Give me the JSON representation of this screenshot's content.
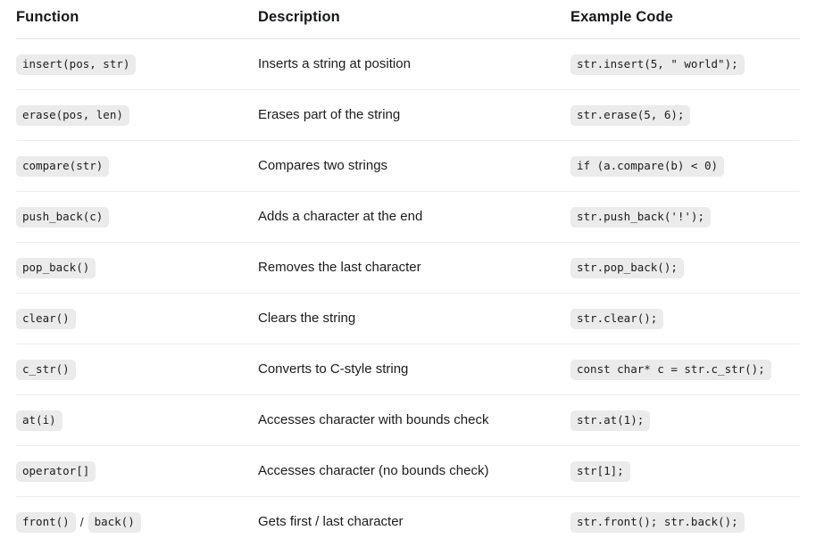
{
  "table": {
    "headers": {
      "function": "Function",
      "description": "Description",
      "example": "Example Code"
    },
    "rows": [
      {
        "function_parts": [
          "insert(pos, str)"
        ],
        "function": "insert(pos, str)",
        "description": "Inserts a string at position",
        "example": "str.insert(5, \" world\");"
      },
      {
        "function_parts": [
          "erase(pos, len)"
        ],
        "function": "erase(pos, len)",
        "description": "Erases part of the string",
        "example": "str.erase(5, 6);"
      },
      {
        "function_parts": [
          "compare(str)"
        ],
        "function": "compare(str)",
        "description": "Compares two strings",
        "example": "if (a.compare(b) < 0)"
      },
      {
        "function_parts": [
          "push_back(c)"
        ],
        "function": "push_back(c)",
        "description": "Adds a character at the end",
        "example": "str.push_back('!');"
      },
      {
        "function_parts": [
          "pop_back()"
        ],
        "function": "pop_back()",
        "description": "Removes the last character",
        "example": "str.pop_back();"
      },
      {
        "function_parts": [
          "clear()"
        ],
        "function": "clear()",
        "description": "Clears the string",
        "example": "str.clear();"
      },
      {
        "function_parts": [
          "c_str()"
        ],
        "function": "c_str()",
        "description": "Converts to C-style string",
        "example": "const char* c = str.c_str();"
      },
      {
        "function_parts": [
          "at(i)"
        ],
        "function": "at(i)",
        "description": "Accesses character with bounds check",
        "example": "str.at(1);"
      },
      {
        "function_parts": [
          "operator[]"
        ],
        "function": "operator[]",
        "description": "Accesses character (no bounds check)",
        "example": "str[1];"
      },
      {
        "function_parts": [
          "front()",
          "back()"
        ],
        "function": "front() / back()",
        "separator": "/",
        "description": "Gets first / last character",
        "example": "str.front(); str.back();"
      }
    ]
  },
  "colors": {
    "page_background": "#ffffff",
    "chip_background": "#ebebeb",
    "text": "#1b1b1d",
    "header_text": "#17181a",
    "header_rule": "#e2e2e2",
    "row_rule": "#ececec"
  }
}
